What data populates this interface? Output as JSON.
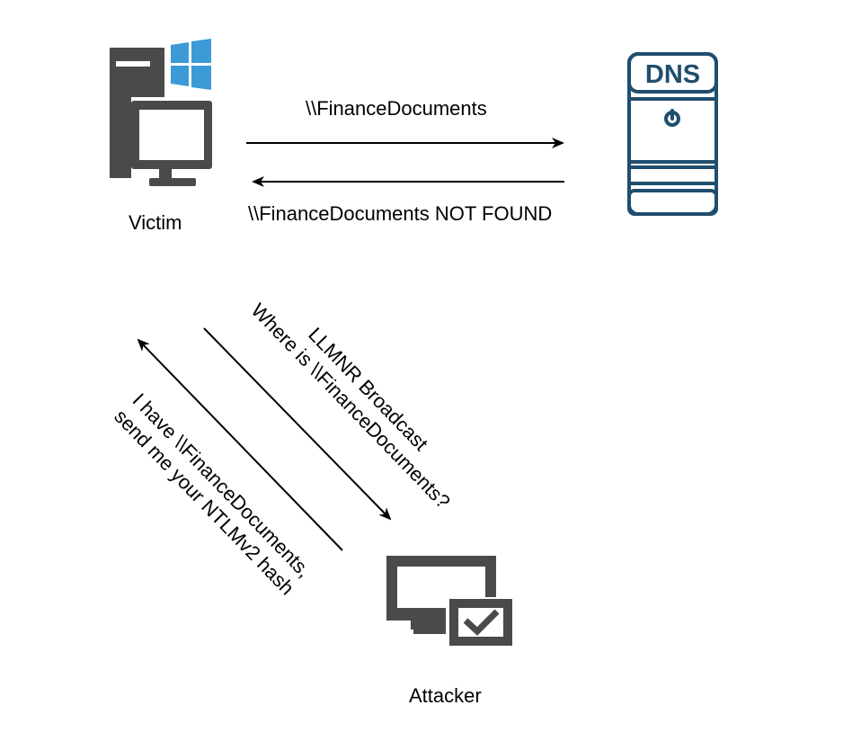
{
  "nodes": {
    "victim": {
      "label": "Victim",
      "icon": "windows-server-icon",
      "windows_color": "#3c9ad6",
      "tower_color": "#4a4a4a"
    },
    "dns": {
      "label": "DNS",
      "icon": "dns-server-icon",
      "color": "#1f4e6e"
    },
    "attacker": {
      "label": "Attacker",
      "icon": "monitor-check-icon",
      "color": "#4a4a4a"
    }
  },
  "messages": {
    "query": "\\\\FinanceDocuments",
    "not_found": "\\\\FinanceDocuments NOT FOUND",
    "broadcast": {
      "line1": "LLMNR Broadcast",
      "line2": "Where is \\\\FinanceDocuments?"
    },
    "response": {
      "line1": "I have \\\\FinanceDocuments,",
      "line2": "send me your NTLMv2 hash"
    }
  }
}
